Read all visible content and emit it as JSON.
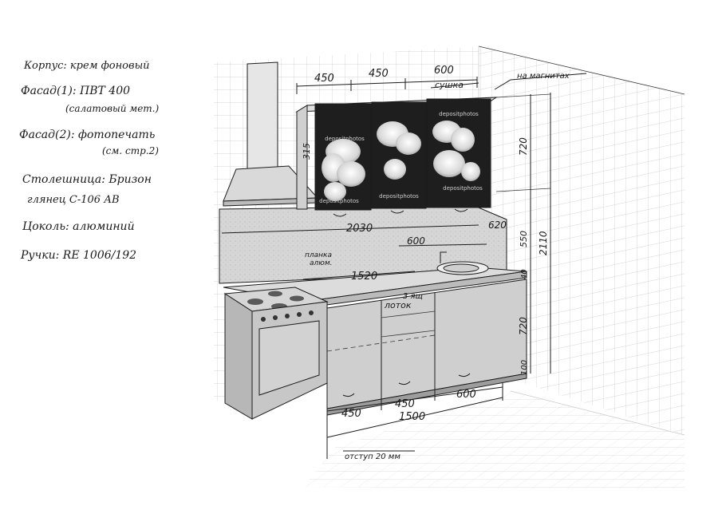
{
  "notes": [
    "Корпус: крем фоновый",
    "Фасад(1): ПВТ 400",
    "(салатовый мет.)",
    "Фасад(2): фотопечать",
    "(см. стр.2)",
    "Столешница: Бризон",
    "глянец С-106 АВ",
    "Цоколь: алюминий",
    "Ручки: RE 1006/192"
  ],
  "upper_labels": {
    "w1": "450",
    "w2": "450",
    "w3": "600",
    "dryer": "сушка",
    "magnets": "на магнитах",
    "depth": "315",
    "h_upper": "720"
  },
  "photo_watermark": "depositphotos",
  "worktop_labels": {
    "total_len": "2030",
    "side": "620",
    "sink_off": "600",
    "plank": "планка",
    "plank2": "алюм.",
    "worktop_len": "1520",
    "backsplash_h": "550",
    "top_h": "40",
    "h_total": "2110"
  },
  "lower_labels": {
    "drawers": "3 ящ",
    "tray": "лоток",
    "h_lower": "720",
    "plinth": "100",
    "w1": "450",
    "w2": "450",
    "w3": "600",
    "total": "1500",
    "indent": "отступ 20 мм"
  },
  "colors": {
    "line": "#1c1c1c",
    "wall_grid": "#c8c8c8",
    "backsplash": "#d4d4d4",
    "cabinet": "#cfcfcf",
    "stove": "#bdbdbd",
    "photo_dark": "#202020"
  }
}
